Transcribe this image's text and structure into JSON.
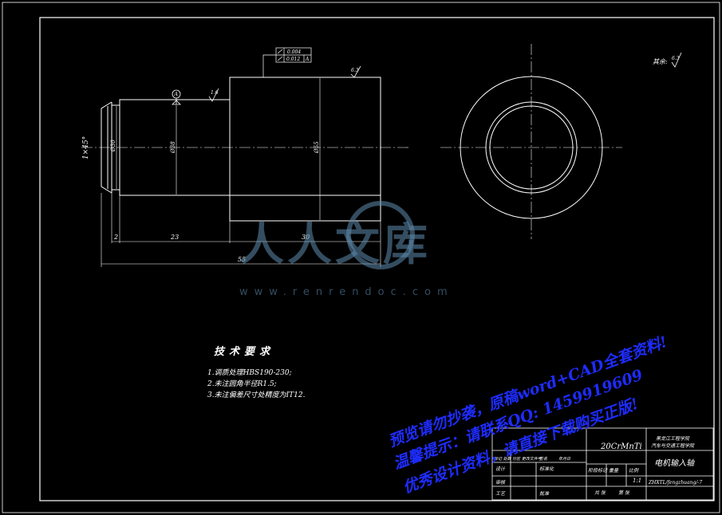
{
  "drawing": {
    "chamfer_label": "1×45°",
    "dim_left_end": "Ø30",
    "dim_body": "Ø38",
    "dim_flange": "Ø55",
    "dim_seg1": "2",
    "dim_seg2": "23",
    "dim_seg3": "30",
    "dim_total": "55",
    "tolerance_runout": "0.004",
    "tolerance_second": "0.012",
    "datum": "A",
    "datum_marker": "A",
    "roughness_1": "1.6",
    "roughness_2": "6.3",
    "roughness_rest_label": "其余:",
    "roughness_rest_value": "6.3"
  },
  "tech_requirements": {
    "title": "技术要求",
    "items": [
      "1.调质处理HBS190-230;",
      "2.未注圆角半径R1.5;",
      "3.未注偏差尺寸处精度为IT12."
    ]
  },
  "title_block": {
    "material": "20CrMnTi",
    "school": "黑龙江工程学院",
    "school_sub": "汽车与交通工程学院",
    "part_name": "电机输入轴",
    "drawing_no": "ZHXTL/fengzhuang/-7",
    "scale": "1:1",
    "stage_label": "阶段标记",
    "weight_label": "重量",
    "ratio_label": "比例",
    "sheets_label": "共 张",
    "sheet_label": "第 张",
    "design_label": "设计",
    "check_label": "审核",
    "process_label": "工艺",
    "approve_label": "批准",
    "standard_label": "标准化",
    "signature_label": "签名",
    "date_label": "年月日",
    "revision_label": "标记 处数 分区 更改文件号"
  },
  "watermark": {
    "logo": "人人文库",
    "url": "www.renrendoc.com"
  },
  "promo": {
    "line1": "预览请勿抄袭，原稿word+CAD全套资料!",
    "line2": "温馨提示：请联系QQ: 1459919609",
    "line3": "优秀设计资料，请直接下载购买正版!"
  }
}
